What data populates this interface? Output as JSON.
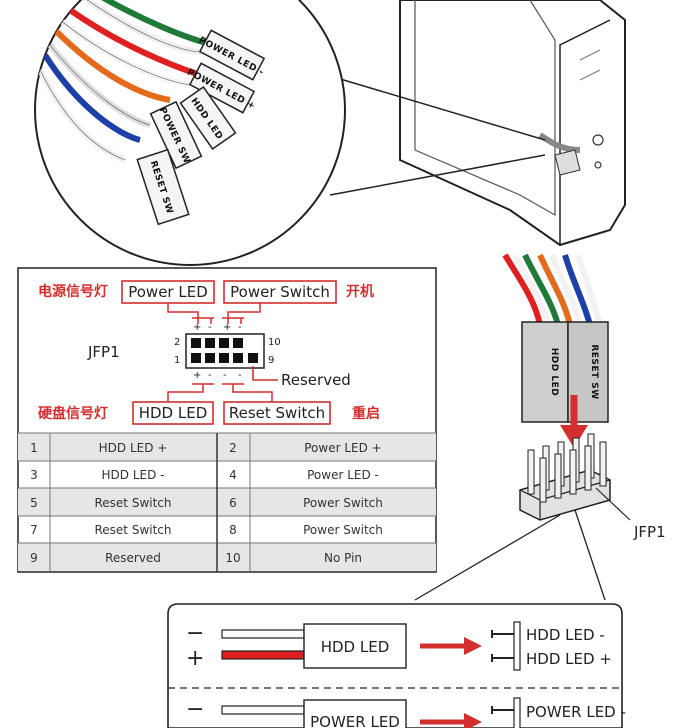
{
  "top_view": {
    "connectors": [
      "POWER LED -",
      "POWER LED +",
      "HDD LED",
      "POWER SW",
      "RESET SW"
    ]
  },
  "jfp1_panel": {
    "header_label": "JFP1",
    "pin_left_top": "2",
    "pin_left_bottom": "1",
    "pin_right_top": "10",
    "pin_right_bottom": "9",
    "reserved_label": "Reserved",
    "top_left_cn": "电源信号灯",
    "top_left_en": "Power LED",
    "top_right_en": "Power Switch",
    "top_right_cn": "开机",
    "bottom_left_cn": "硬盘信号灯",
    "bottom_left_en": "HDD LED",
    "bottom_right_en": "Reset Switch",
    "bottom_right_cn": "重启",
    "plus": "+",
    "minus": "-"
  },
  "pin_table": {
    "rows": [
      {
        "pin_a": "1",
        "sig_a": "HDD LED +",
        "pin_b": "2",
        "sig_b": "Power LED +"
      },
      {
        "pin_a": "3",
        "sig_a": "HDD LED -",
        "pin_b": "4",
        "sig_b": "Power LED -"
      },
      {
        "pin_a": "5",
        "sig_a": "Reset Switch",
        "pin_b": "6",
        "sig_b": "Power Switch"
      },
      {
        "pin_a": "7",
        "sig_a": "Reset Switch",
        "pin_b": "8",
        "sig_b": "Power Switch"
      },
      {
        "pin_a": "9",
        "sig_a": "Reserved",
        "pin_b": "10",
        "sig_b": "No Pin"
      }
    ]
  },
  "right_plug": {
    "labels": [
      "HDD LED",
      "RESET SW"
    ],
    "header_label": "JFP1"
  },
  "bottom_panel": {
    "hdd": {
      "minus": "−",
      "plus": "+",
      "box": "HDD LED",
      "pin_minus": "HDD LED -",
      "pin_plus": "HDD LED +"
    },
    "power": {
      "minus": "−",
      "box": "POWER LED",
      "pin_minus": "POWER LED -"
    }
  },
  "colors": {
    "red": "#d32f2f",
    "wire_red": "#e02020",
    "green": "#1f7a3a",
    "blue": "#1d3fa8",
    "orange": "#e46a1c",
    "gray_row": "#e6e6e6"
  }
}
